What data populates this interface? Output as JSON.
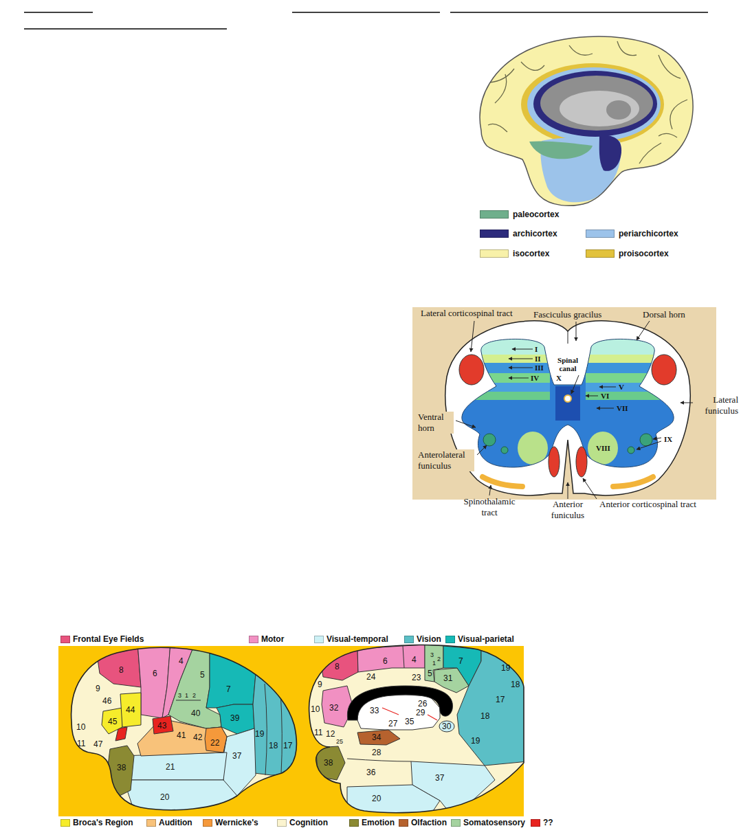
{
  "diagram": {
    "labels": [
      "Lateral corticospinal tract",
      "Fasciculus gracilus",
      "Dorsal horn",
      "I",
      "II",
      "III",
      "IV",
      "Spinal canal",
      "X",
      "V",
      "VI",
      "VII",
      "Lateral funiculus",
      "Ventral horn",
      "IX",
      "VIII",
      "Anterolateral funiculus",
      "Spinothalamic tract",
      "Anterior funiculus",
      "Anterior corticospinal tract",
      "8",
      "6",
      "4",
      "9",
      "46",
      "10",
      "44",
      "45",
      "11",
      "47",
      "43",
      "3",
      "1",
      "2",
      "5",
      "40",
      "7",
      "39",
      "41",
      "42",
      "22",
      "38",
      "21",
      "37",
      "20",
      "19",
      "18",
      "17",
      "8",
      "6",
      "4",
      "3",
      "2",
      "1",
      "5",
      "9",
      "24",
      "23",
      "7",
      "19",
      "31",
      "18",
      "10",
      "32",
      "33",
      "17",
      "26",
      "29",
      "11",
      "12",
      "18",
      "25",
      "35",
      "27",
      "30",
      "19",
      "34",
      "28",
      "38",
      "36",
      "37",
      "20"
    ],
    "legend": [
      {
        "text": "paleocortex",
        "color": "#6faf8c"
      },
      {
        "text": "archicortex",
        "color": "#2d2b7c"
      },
      {
        "text": "periarchicortex",
        "color": "#9cc3ea"
      },
      {
        "text": "isocortex",
        "color": "#f8f1a9"
      },
      {
        "text": "proisocortex",
        "color": "#e2c23c"
      },
      {
        "text": "Frontal Eye Fields",
        "color": "#e8537e"
      },
      {
        "text": "Motor",
        "color": "#f190c2"
      },
      {
        "text": "Visual-temporal",
        "color": "#cdf1f6"
      },
      {
        "text": "Vision",
        "color": "#5bbfc6"
      },
      {
        "text": "Visual-parietal",
        "color": "#16b9b6"
      },
      {
        "text": "Broca's Region",
        "color": "#f6ec2b"
      },
      {
        "text": "Audition",
        "color": "#f8c27a"
      },
      {
        "text": "Wernicke's",
        "color": "#f5993b"
      },
      {
        "text": "Cognition",
        "color": "#fbf4cf"
      },
      {
        "text": "Emotion",
        "color": "#8b8a33"
      },
      {
        "text": "Olfaction",
        "color": "#b6622e"
      },
      {
        "text": "Somatosensory",
        "color": "#a5d3a0"
      },
      {
        "text": "??",
        "color": "#e8231f"
      }
    ]
  }
}
